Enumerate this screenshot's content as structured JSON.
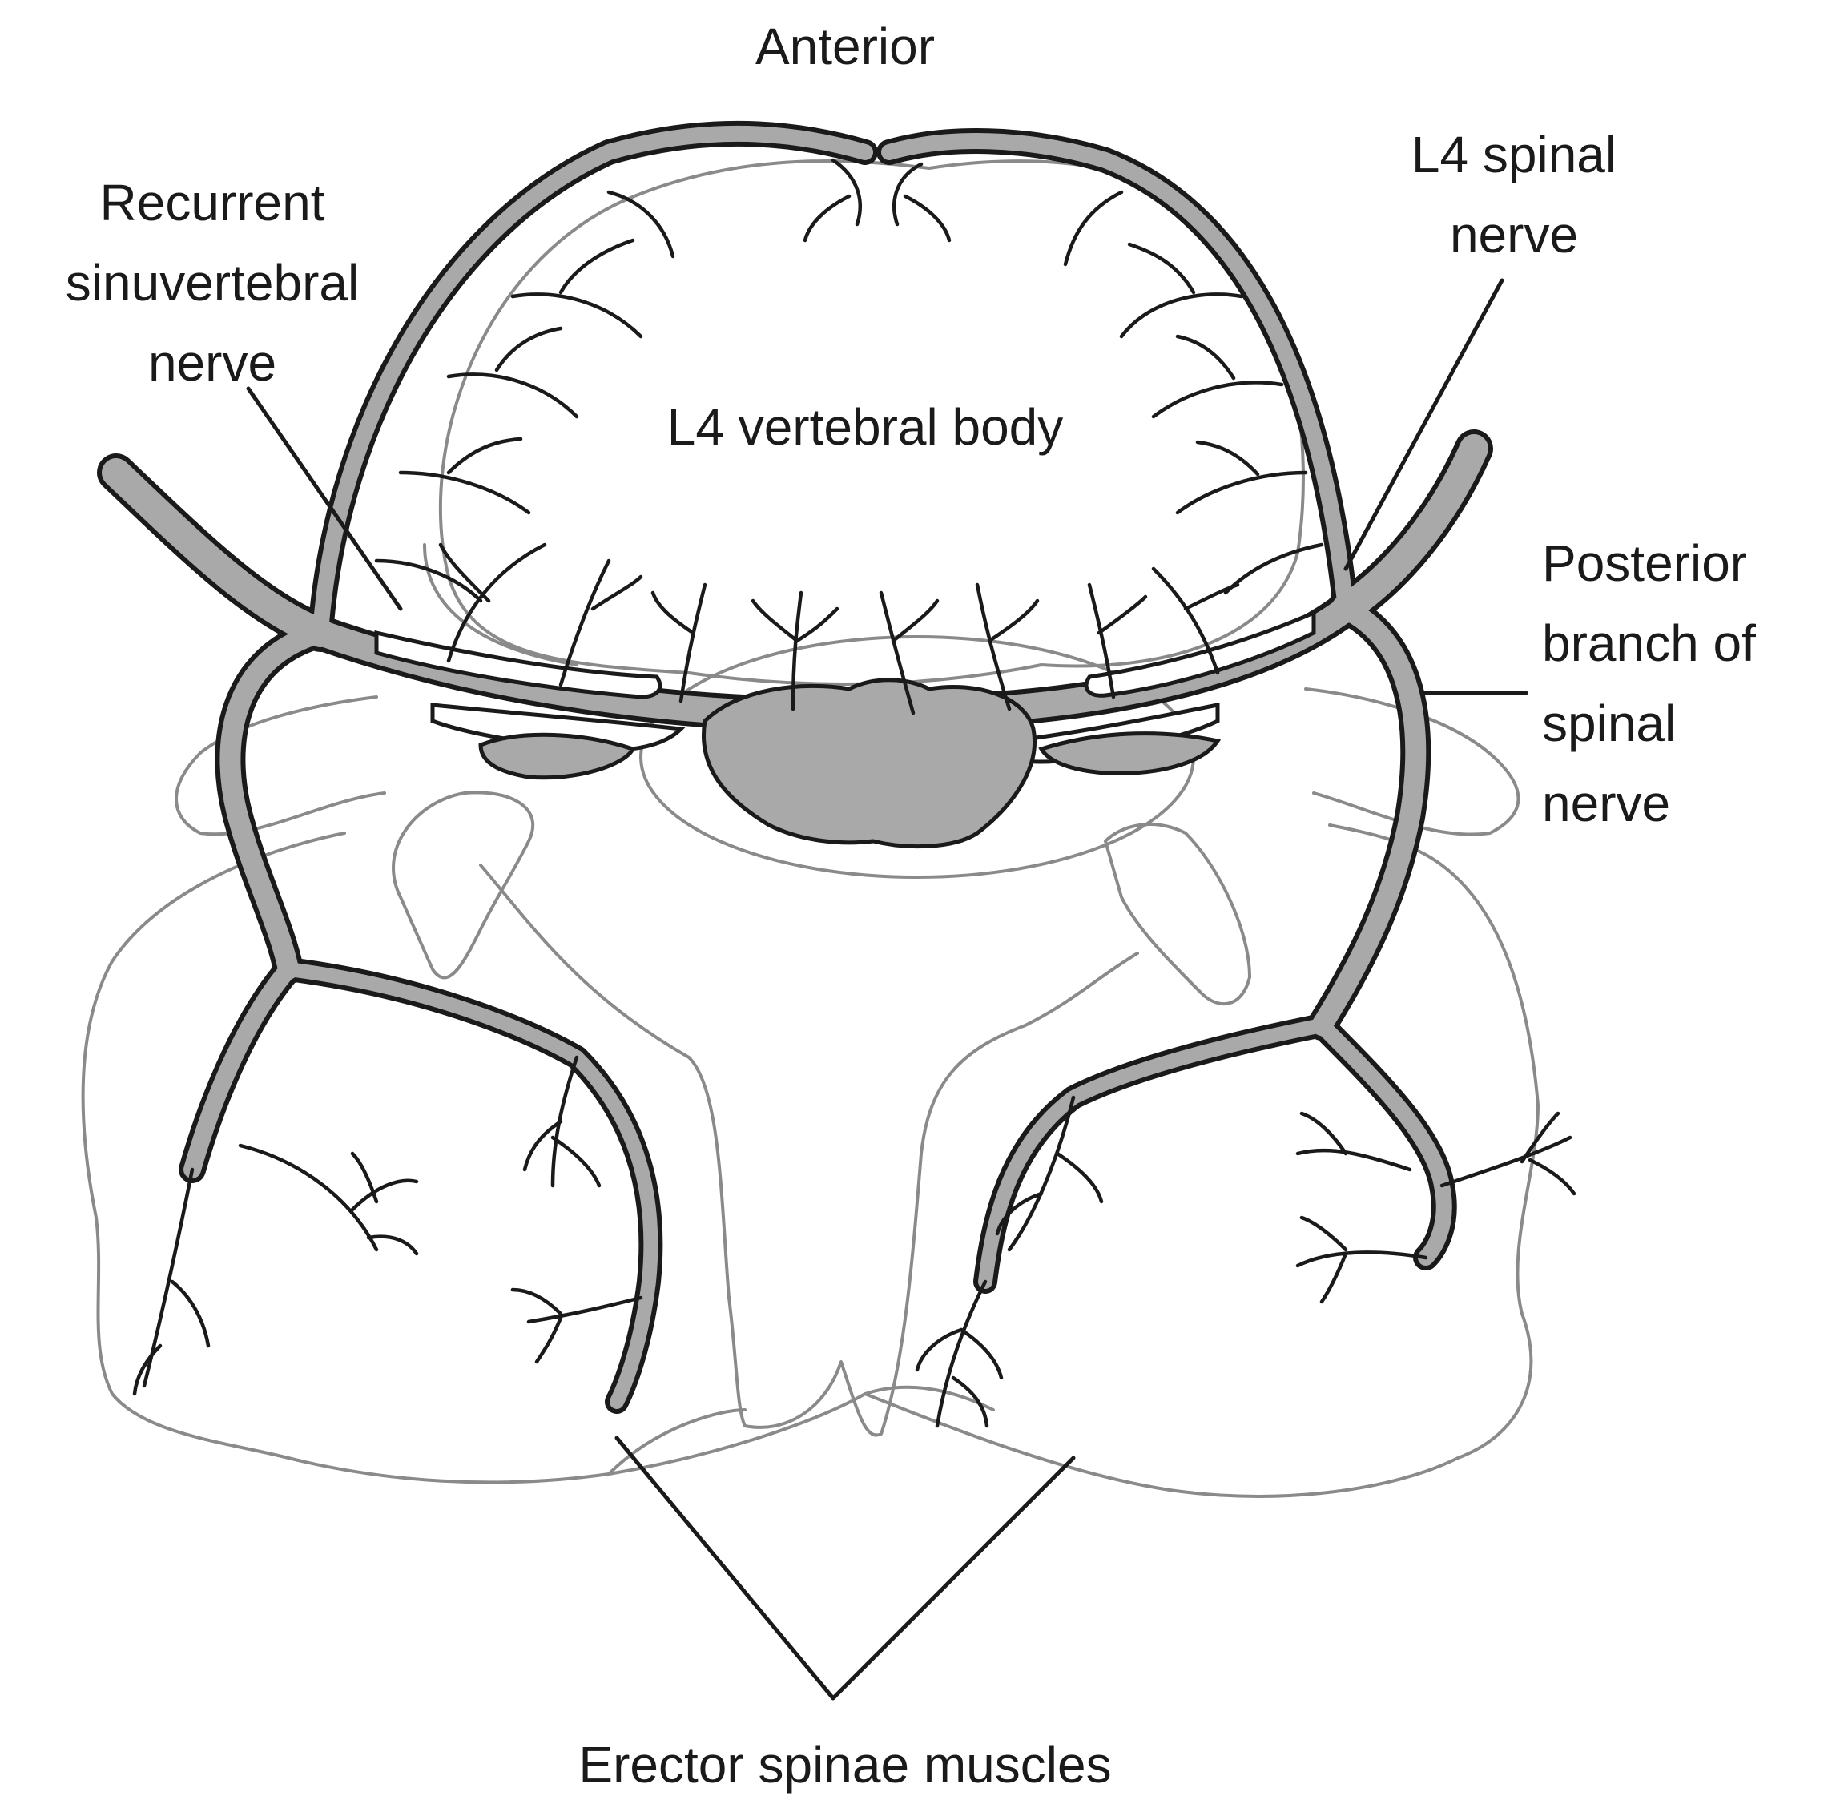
{
  "labels": {
    "anterior": "Anterior",
    "recurrent": [
      "Recurrent",
      "sinuvertebral",
      "nerve"
    ],
    "l4_spinal": [
      "L4 spinal",
      "nerve"
    ],
    "vertebral_body": "L4 vertebral body",
    "posterior_branch": [
      "Posterior",
      "branch of",
      "spinal",
      "nerve"
    ],
    "erector": "Erector spinae muscles"
  },
  "colors": {
    "nerve_fill": "#a9a9a9",
    "outline": "#1a1a1a",
    "faint_outline": "#8a8a8a",
    "background": "#ffffff"
  }
}
